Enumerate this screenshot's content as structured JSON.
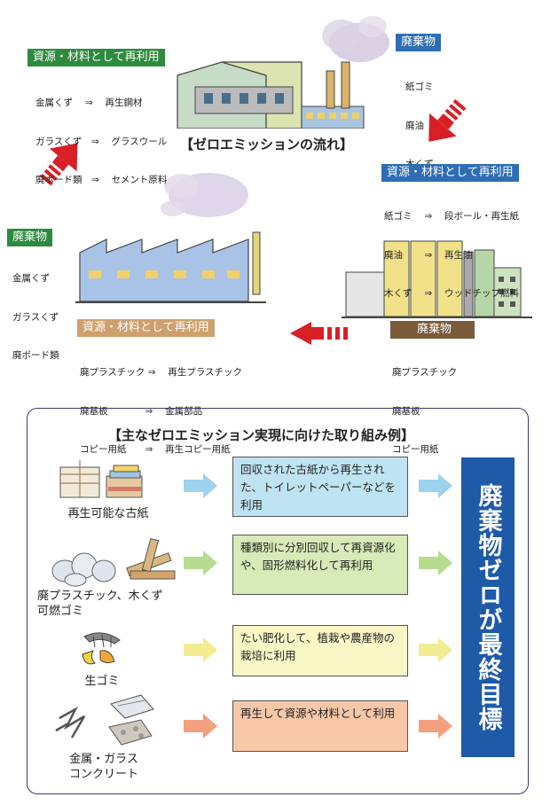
{
  "flow": {
    "title": "【ゼロエミッションの流れ】",
    "top_left": {
      "label": "資源・材料として再利用",
      "items": [
        "金属くず　 ⇒　 再生鋼材",
        "ガラスくず　⇒　 グラスウール",
        "廃ボード類　⇒　 セメント原料"
      ]
    },
    "top_right": {
      "label": "廃棄物",
      "items": [
        "紙ゴミ",
        "廃油",
        "木くず"
      ]
    },
    "right": {
      "label": "資源・材料として再利用",
      "items": [
        "紙ゴミ　 ⇒　 段ボール・再生紙",
        "廃油　　 ⇒　 再生油",
        "木くず　 ⇒　 ウッドチップ燃料"
      ]
    },
    "left": {
      "label": "廃棄物",
      "items": [
        "金属くず",
        "ガラスくず",
        "廃ボード類"
      ]
    },
    "bottom_left": {
      "label": "資源・材料として再利用",
      "items": [
        "廃プラスチック ⇒　 再生プラスチック",
        "廃基板　　　　⇒　 金属部品",
        "コピー用紙　　⇒　 再生コピー用紙"
      ]
    },
    "bottom_right": {
      "label": "廃棄物",
      "items": [
        "廃プラスチック",
        "廃基板",
        "コピー用紙"
      ]
    }
  },
  "examples": {
    "title": "【主なゼロエミッション実現に向けた取り組み例】",
    "rows": [
      {
        "caption": "再生可能な古紙",
        "text": "回収された古紙から再生された、トイレットペーパーなどを利用"
      },
      {
        "caption": "廃プラスチック、木くず\n可燃ゴミ",
        "text": "種類別に分別回収して再資源化や、固形燃料化して再利用"
      },
      {
        "caption": "生ゴミ",
        "text": "たい肥化して、植栽や農産物の栽培に利用"
      },
      {
        "caption": "金属・ガラス\nコンクリート",
        "text": "再生して資源や材料として利用"
      }
    ],
    "goal": "廃棄物ゼロが最終目標"
  },
  "colors": {
    "green_label": "#2e8b3e",
    "blue_label": "#2f6db5",
    "tan_label": "#cda06d",
    "brown_label": "#7a5a38",
    "red_arrow": "#d91f26",
    "goal_box": "#1e5aa8",
    "box_blue": "#bfe3f3",
    "box_green": "#d6ebb7",
    "box_yellow": "#fbf6c5",
    "box_orange": "#f7c7a8"
  }
}
